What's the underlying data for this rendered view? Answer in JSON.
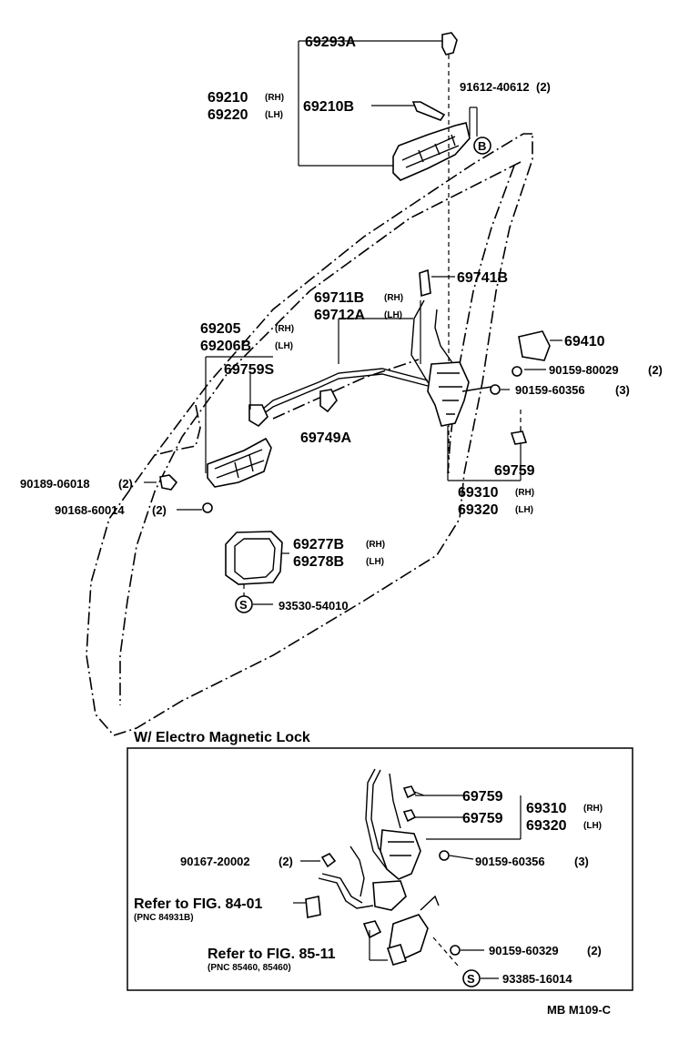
{
  "parts": {
    "p69293A": "69293A",
    "p69210": "69210",
    "p69220": "69220",
    "p69210B": "69210B",
    "p91612": "91612-40612",
    "q2": "(2)",
    "p69741B": "69741B",
    "p69711B": "69711B",
    "p69712A": "69712A",
    "p69205": "69205",
    "p69206B": "69206B",
    "p69759S": "69759S",
    "p69749A": "69749A",
    "p69410": "69410",
    "p90159_80029": "90159-80029",
    "p90159_60356": "90159-60356",
    "q3": "(3)",
    "p69759": "69759",
    "p69310": "69310",
    "p69320": "69320",
    "p90189": "90189-06018",
    "p90168": "90168-60014",
    "p69277B": "69277B",
    "p69278B": "69278B",
    "p93530": "93530-54010",
    "p90167": "90167-20002",
    "p90159_60329": "90159-60329",
    "p93385": "93385-16014"
  },
  "suffix": {
    "rh": "(RH)",
    "lh": "(LH)"
  },
  "symbols": {
    "b": "B",
    "s": "S"
  },
  "section": {
    "title": "W/ Electro Magnetic Lock",
    "ref1": "Refer to FIG. 84-01",
    "pnc1": "(PNC 84931B)",
    "ref2": "Refer to FIG. 85-11",
    "pnc2": "(PNC 85460, 85460)"
  },
  "figure_code": "MB  M109-C"
}
